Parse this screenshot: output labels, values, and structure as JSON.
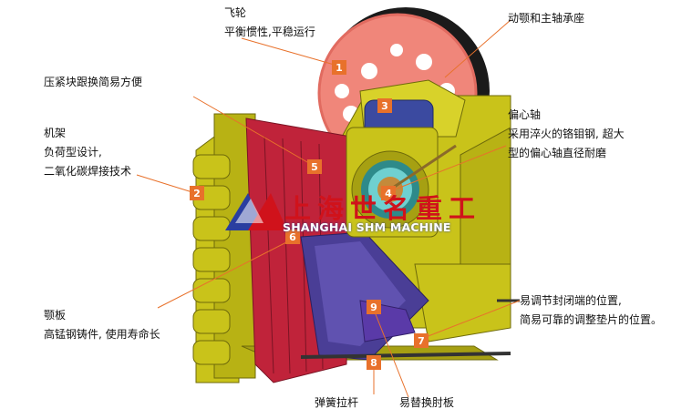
{
  "labels": {
    "flywheel": {
      "title": "飞轮",
      "desc": "平衡惯性,平稳运行"
    },
    "movable_jaw_bearing": {
      "title": "动颚和主轴承座"
    },
    "compress_block": {
      "title": "压紧块跟换简易方便"
    },
    "frame": {
      "title": "机架",
      "line1": "负荷型设计,",
      "line2": "二氧化碳焊接技术"
    },
    "eccentric_shaft": {
      "title": "偏心轴",
      "line1": "采用淬火的铬钼钢, 超大",
      "line2": "型的偏心轴直径耐磨"
    },
    "adjust": {
      "line1": "易调节封闭端的位置,",
      "line2": "简易可靠的调整垫片的位置。"
    },
    "jaw_plate": {
      "title": "颚板",
      "desc": "高锰钢铸件, 使用寿命长"
    },
    "spring_rod": {
      "title": "弹簧拉杆"
    },
    "toggle_plate": {
      "title": "易替换肘板"
    }
  },
  "badges": [
    "1",
    "2",
    "3",
    "4",
    "5",
    "6",
    "7",
    "8",
    "9"
  ],
  "watermark": {
    "cn": "上海世名重工",
    "en": "SHANGHAI SHM MACHINE"
  },
  "colors": {
    "frame_olive": "#c9c31a",
    "frame_dark": "#8f8a10",
    "flywheel_red": "#f0867a",
    "flywheel_rim": "#1a1a1a",
    "jaw_red": "#c0233a",
    "bearing_blue": "#3b4aa0",
    "toggle_purple": "#5a3aa8",
    "badge_orange": "#e8712b",
    "leader": "#e8712b",
    "watermark_red": "#d0121b",
    "watermark_blue": "#2a3ea0"
  }
}
